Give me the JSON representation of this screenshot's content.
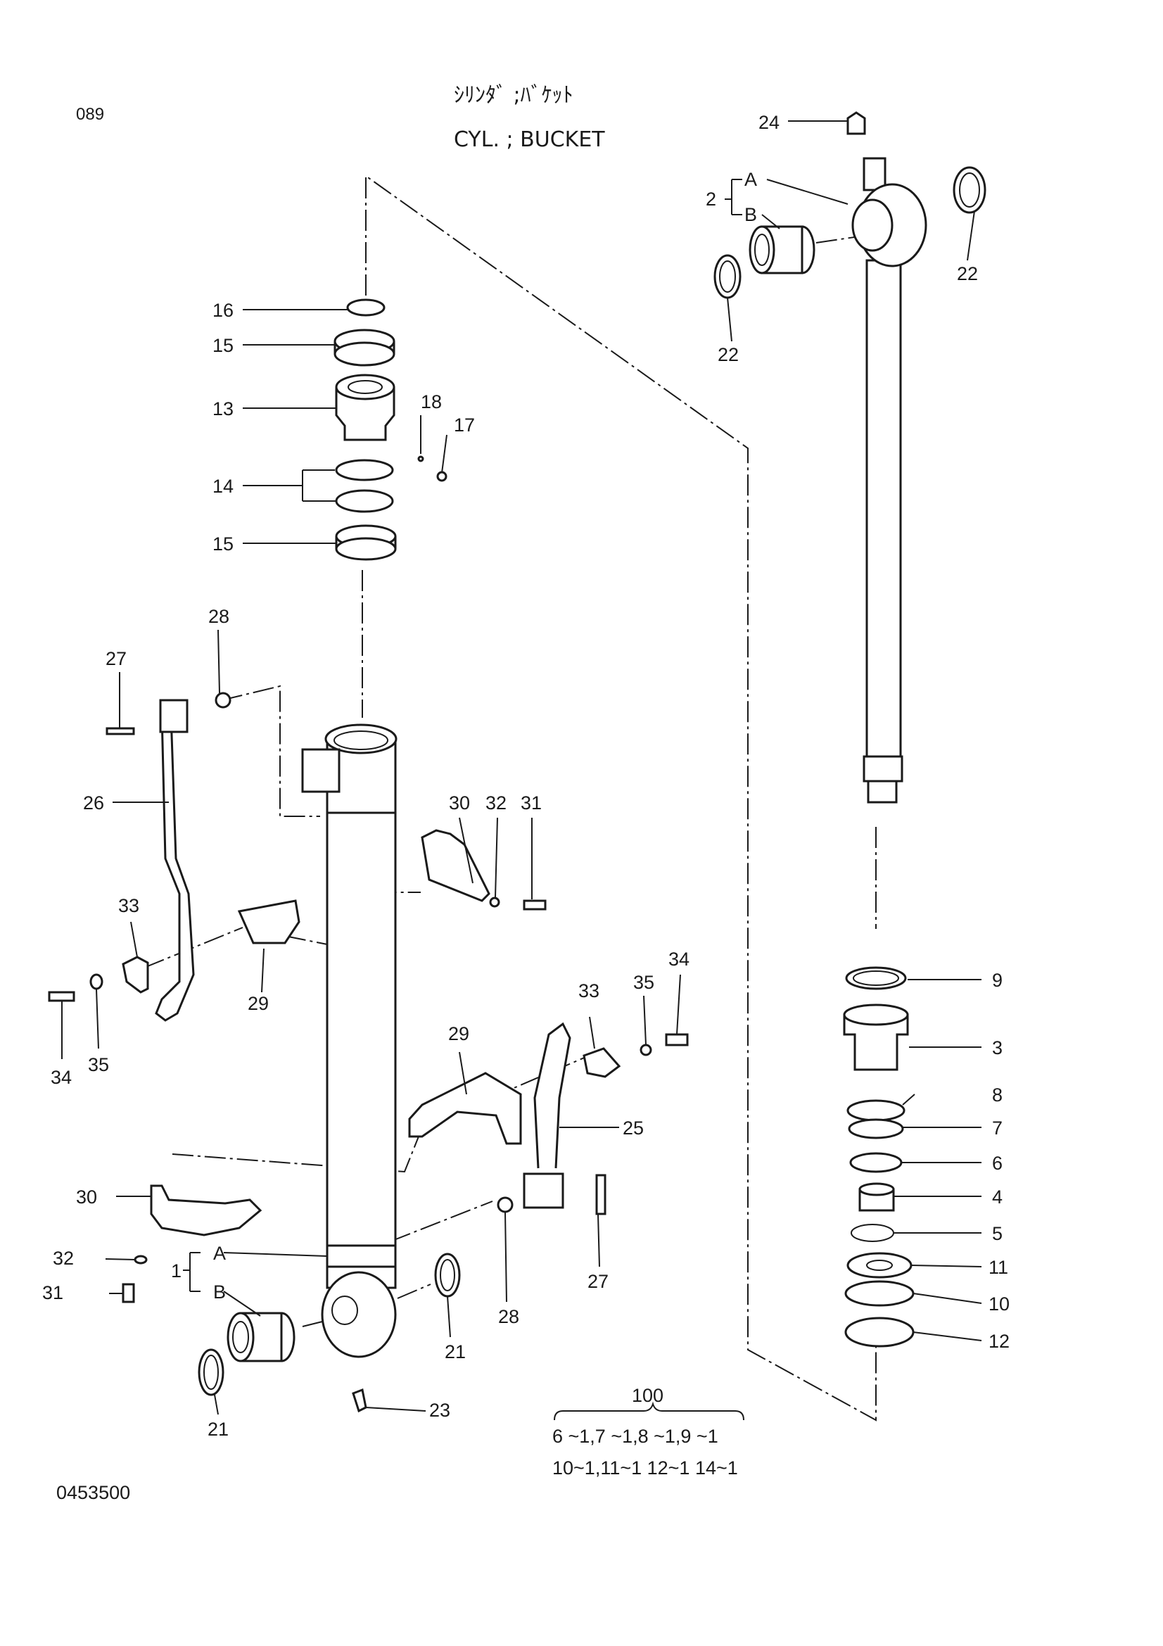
{
  "page": {
    "page_number": "089",
    "title_jp": "ｼﾘﾝﾀﾞ ;ﾊﾞｹｯﾄ",
    "title_en": "CYL. ; BUCKET",
    "drawing_number": "0453500"
  },
  "callouts": {
    "c24": "24",
    "c2": "2",
    "c2a": "A",
    "c2b": "B",
    "c22a": "22",
    "c22b": "22",
    "c16": "16",
    "c15a": "15",
    "c13": "13",
    "c18": "18",
    "c17": "17",
    "c14": "14",
    "c15b": "15",
    "c28a": "28",
    "c27a": "27",
    "c26": "26",
    "c30a": "30",
    "c32a": "32",
    "c31a": "31",
    "c33a": "33",
    "c29a": "29",
    "c34a": "34",
    "c35a": "35",
    "c35b": "35",
    "c34b": "34",
    "c33b": "33",
    "c29b": "29",
    "c25": "25",
    "c30b": "30",
    "c32b": "32",
    "c31b": "31",
    "c1": "1",
    "c1a": "A",
    "c1b": "B",
    "c27b": "27",
    "c28b": "28",
    "c21a": "21",
    "c21b": "21",
    "c23": "23",
    "c9": "9",
    "c3": "3",
    "c8": "8",
    "c7": "7",
    "c6": "6",
    "c4": "4",
    "c5": "5",
    "c11": "11",
    "c10": "10",
    "c12": "12"
  },
  "kit": {
    "number": "100",
    "line1": "6 ~1,7 ~1,8 ~1,9 ~1",
    "line2": "10~1,11~1 12~1 14~1"
  }
}
